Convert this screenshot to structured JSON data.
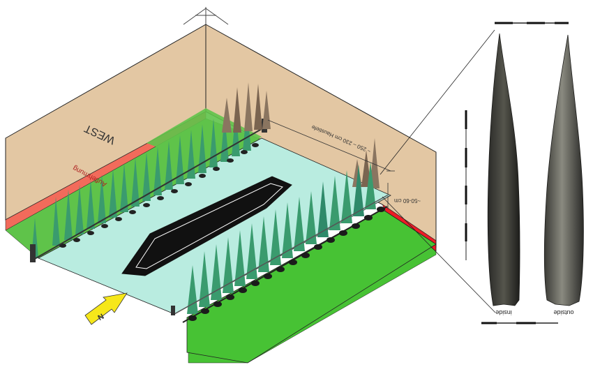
{
  "labels": {
    "wall_west": "WEST",
    "layer": "Auflehmung",
    "depth_range": "~ 250 – 230 cm Haustiefe",
    "stake_depth": "~50-60 cm",
    "inside": "inside",
    "outside": "outside"
  },
  "colors": {
    "sand": "#e3c7a3",
    "red": "#f26b5b",
    "green": "#5fc34a",
    "grass": "#47c234",
    "water": "#b9ece0",
    "stake": "#2f8a6a",
    "boat": "#111111",
    "arrow": "#f6e71a"
  },
  "icons": {
    "north_arrow": "north-arrow-icon",
    "scale_bar": "scale-bar-icon"
  }
}
